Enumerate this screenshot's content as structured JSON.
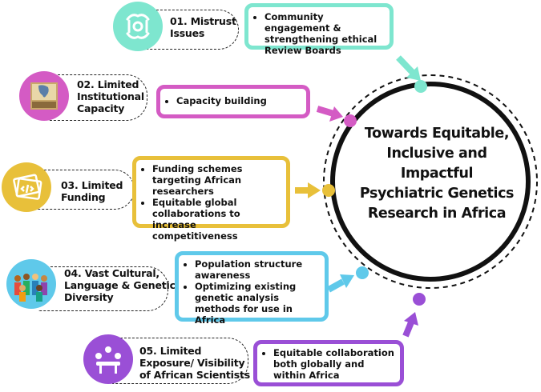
{
  "center": {
    "title_lines": [
      "Towards Equitable,",
      "Inclusive and",
      "Impactful",
      "Psychiatric Genetics",
      "Research in Africa"
    ]
  },
  "challenges": [
    {
      "number": "01.",
      "line1": "01. Mistrust",
      "line2": "Issues",
      "line3": "",
      "color": "#7ee6cf",
      "icon": "handshake-circle-icon"
    },
    {
      "number": "02.",
      "line1": "02. Limited",
      "line2": "Institutional",
      "line3": "Capacity",
      "color": "#d45bc4",
      "icon": "africa-lab-illustration"
    },
    {
      "number": "03.",
      "line1": "03. Limited",
      "line2": "Funding",
      "line3": "",
      "color": "#e8c03a",
      "icon": "money-code-icon"
    },
    {
      "number": "04.",
      "line1": "04. Vast Cultural,",
      "line2": "Language & Genetic",
      "line3": "Diversity",
      "color": "#5fc9ea",
      "icon": "diverse-people-illustration"
    },
    {
      "number": "05.",
      "line1": "05. Limited",
      "line2": "Exposure/ Visibility",
      "line3": "of African Scientists",
      "color": "#9a4fd6",
      "icon": "meeting-table-icon"
    }
  ],
  "solutions": [
    {
      "items": [
        "Community engagement & strengthening ethical Review Boards"
      ]
    },
    {
      "items": [
        "Capacity building"
      ]
    },
    {
      "items": [
        "Funding schemes targeting African researchers",
        "Equitable global collaborations to increase competitiveness"
      ]
    },
    {
      "items": [
        "Population structure awareness",
        "Optimizing existing genetic analysis methods for use in Africa"
      ]
    },
    {
      "items": [
        "Equitable collaboration both globally and within Africa"
      ]
    }
  ]
}
